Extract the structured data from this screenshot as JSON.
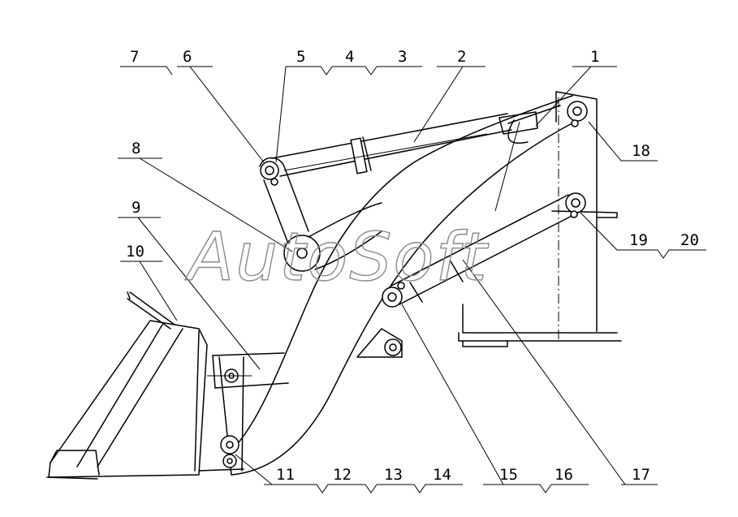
{
  "watermark": "AutoSoft",
  "part_labels": {
    "l1": "1",
    "l2": "2",
    "l3": "3",
    "l4": "4",
    "l5": "5",
    "l6": "6",
    "l7": "7",
    "l8": "8",
    "l9": "9",
    "l10": "10",
    "l11": "11",
    "l12": "12",
    "l13": "13",
    "l14": "14",
    "l15": "15",
    "l16": "16",
    "l17": "17",
    "l18": "18",
    "l19": "19",
    "l20": "20"
  }
}
